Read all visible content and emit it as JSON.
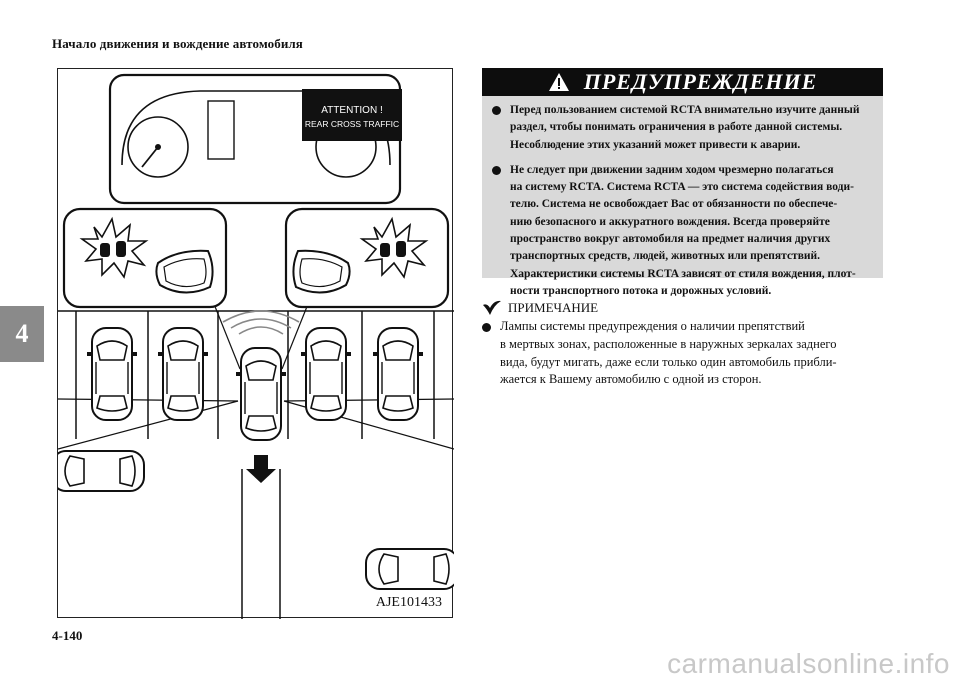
{
  "header": {
    "title": "Начало движения и вождение автомобиля"
  },
  "chapter": {
    "number": "4"
  },
  "figure": {
    "code": "AJE101433",
    "display_text": [
      "ATTENTION !",
      "REAR CROSS TRAFFIC"
    ]
  },
  "warning": {
    "title": "ПРЕДУПРЕЖДЕНИЕ",
    "items": [
      [
        "Перед пользованием системой RCTA внимательно изучите данный",
        "раздел, чтобы понимать ограничения в работе данной системы.",
        "Несоблюдение этих указаний может привести к аварии."
      ],
      [
        "Не следует при движении задним ходом чрезмерно полагаться",
        "на систему RCTA. Система RCTA — это система содействия води-",
        "телю. Система не освобождает Вас от обязанности по обеспече-",
        "нию безопасного и аккуратного вождения. Всегда проверяйте",
        "пространство вокруг автомобиля на предмет наличия других",
        "транспортных средств, людей, животных или препятствий.",
        "Характеристики системы RCTA зависят от стиля вождения, плот-",
        "ности транспортного потока и дорожных условий."
      ]
    ]
  },
  "note": {
    "title": "ПРИМЕЧАНИЕ",
    "lines": [
      "Лампы системы предупреждения о наличии препятствий",
      "в мертвых зонах, расположенные в наружных зеркалах заднего",
      "вида, будут мигать, даже если только один автомобиль прибли-",
      "жается к Вашему автомобилю с одной из сторон."
    ]
  },
  "page": {
    "number": "4-140"
  },
  "watermark": {
    "text": "carmanualsonline.info"
  },
  "colors": {
    "warning_bg": "#d9d9d9",
    "warning_head": "#0d0d0d",
    "chapter_tab": "#8a8a8a",
    "watermark": "#c8c8c8"
  }
}
